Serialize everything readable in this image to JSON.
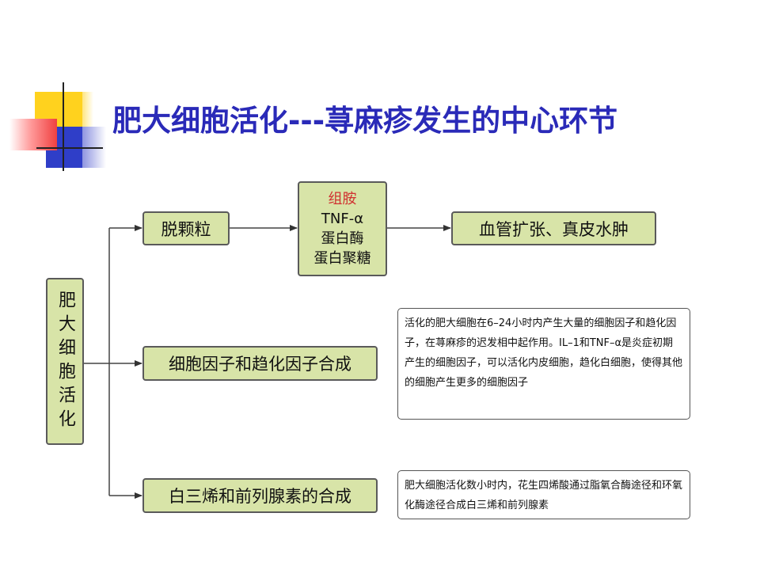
{
  "title": "肥大细胞活化---荨麻疹发生的中心环节",
  "root": "肥大细胞活化",
  "branches": {
    "degranulation": "脱颗粒",
    "mediators": {
      "highlight": "组胺",
      "items": [
        "TNF-α",
        "蛋白酶",
        "蛋白聚糖"
      ]
    },
    "effect": "血管扩张、真皮水肿",
    "cytokines": "细胞因子和趋化因子合成",
    "leukotrienes": "白三烯和前列腺素的合成"
  },
  "notes": {
    "cytokines": "活化的肥大细胞在6–24小时内产生大量的细胞因子和趋化因子，在荨麻疹的迟发相中起作用。IL–1和TNF–α是炎症初期产生的细胞因子，可以活化内皮细胞，趋化白细胞，使得其他的细胞产生更多的细胞因子",
    "leukotrienes": "肥大细胞活化数小时内，花生四烯酸通过脂氧合酶途径和环氧化酶途径合成白三烯和前列腺素"
  },
  "colors": {
    "title": "#2a2ab8",
    "box_fill": "#d8e4a8",
    "highlight_text": "#d03030"
  }
}
